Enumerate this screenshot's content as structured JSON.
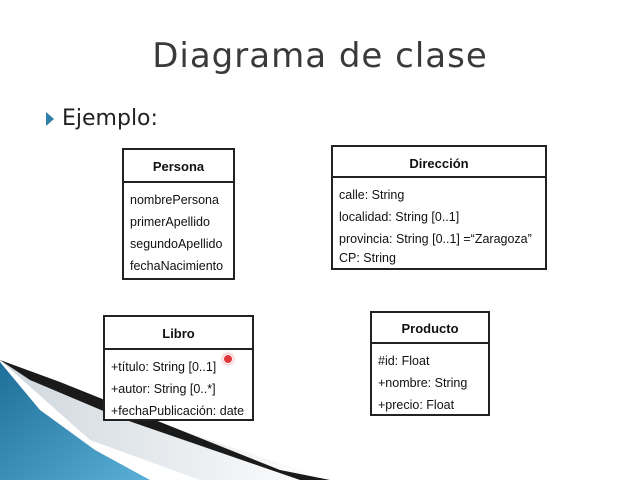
{
  "slide": {
    "title": "Diagrama de clase",
    "bullet": "Ejemplo:"
  },
  "classes": {
    "persona": {
      "name": "Persona",
      "attributes": [
        "nombrePersona",
        "primerApellido",
        "segundoApellido",
        "fechaNacimiento"
      ]
    },
    "direccion": {
      "name": "Dirección",
      "attributes": [
        "calle: String",
        "localidad: String [0..1]",
        "provincia: String [0..1] =“Zaragoza”",
        "CP: String"
      ]
    },
    "libro": {
      "name": "Libro",
      "attributes": [
        "+título: String [0..1]",
        "+autor: String [0..*]",
        "+fechaPublicación: date"
      ]
    },
    "producto": {
      "name": "Producto",
      "attributes": [
        "#id: Float",
        "+nombre: String",
        "+precio: Float"
      ]
    }
  },
  "colors": {
    "accent": "#2f7fa8",
    "pointer": "#e2373a"
  },
  "icons": {
    "bullet": "triangle-bullet-icon"
  }
}
